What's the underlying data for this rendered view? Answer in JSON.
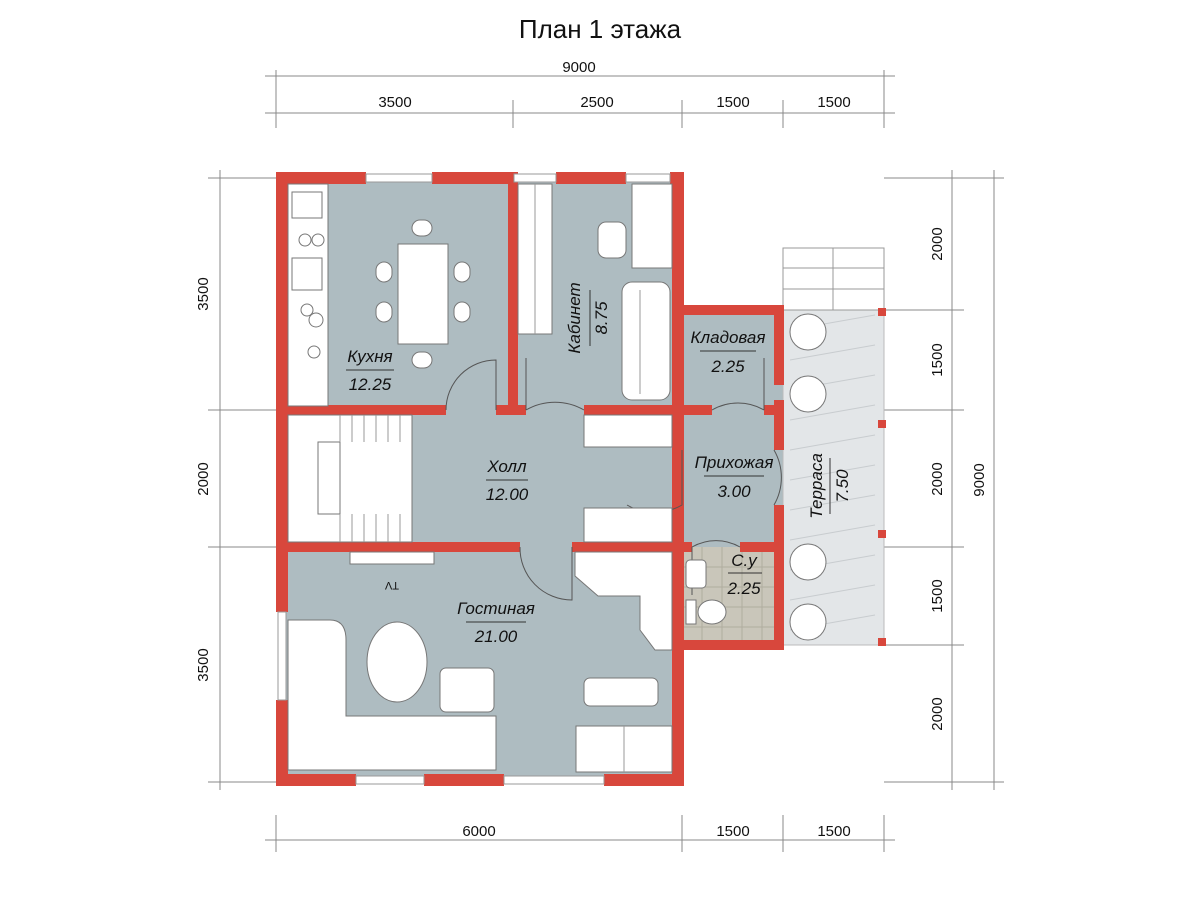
{
  "title": "План 1 этажа",
  "dims": {
    "top_total": "9000",
    "top_segments": [
      "3500",
      "2500",
      "1500",
      "1500"
    ],
    "bottom_segments": [
      "6000",
      "1500",
      "1500"
    ],
    "left_segments": [
      "3500",
      "2000",
      "3500"
    ],
    "right_segments": [
      "2000",
      "1500",
      "2000",
      "1500",
      "2000"
    ],
    "right_total": "9000"
  },
  "rooms": {
    "kitchen": {
      "name": "Кухня",
      "area": "12.25"
    },
    "cabinet": {
      "name": "Кабинет",
      "area": "8.75"
    },
    "storage": {
      "name": "Кладовая",
      "area": "2.25"
    },
    "hall": {
      "name": "Холл",
      "area": "12.00"
    },
    "entry": {
      "name": "Прихожая",
      "area": "3.00"
    },
    "terrace": {
      "name": "Терраса",
      "area": "7.50"
    },
    "bath": {
      "name": "С.у",
      "area": "2.25"
    },
    "living": {
      "name": "Гостиная",
      "area": "21.00"
    }
  },
  "tv_label": "TV",
  "colors": {
    "wall": "#d8473c",
    "floor": "#aebcc1",
    "terrace": "#e3e6e8",
    "tile": "#c9c6ba"
  }
}
